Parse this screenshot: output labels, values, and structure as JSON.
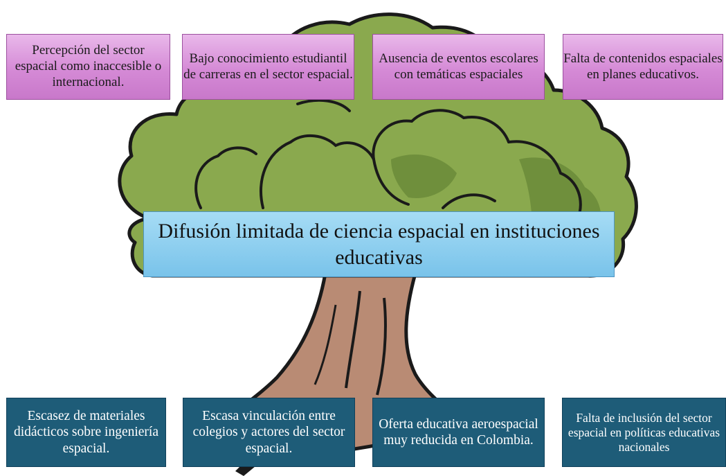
{
  "effects": [
    "Percepción del sector espacial como inaccesible o internacional.",
    "Bajo conocimiento estudiantil de carreras en el sector espacial.",
    "Ausencia de eventos escolares con temáticas espaciales",
    "Falta de contenidos espaciales en planes educativos."
  ],
  "central_problem": "Difusión limitada de ciencia espacial en instituciones educativas",
  "causes": [
    "Escasez de materiales didácticos sobre ingeniería espacial.",
    "Escasa vinculación entre colegios y actores del sector espacial.",
    "Oferta educativa aeroespacial muy reducida en Colombia.",
    "Falta de inclusión del sector espacial en políticas educativas nacionales"
  ],
  "colors": {
    "effect_box": "#d58ad6",
    "problem_box": "#8fd0f0",
    "cause_box": "#1e5c78",
    "foliage": "#8aa94e",
    "trunk": "#b98b74"
  }
}
